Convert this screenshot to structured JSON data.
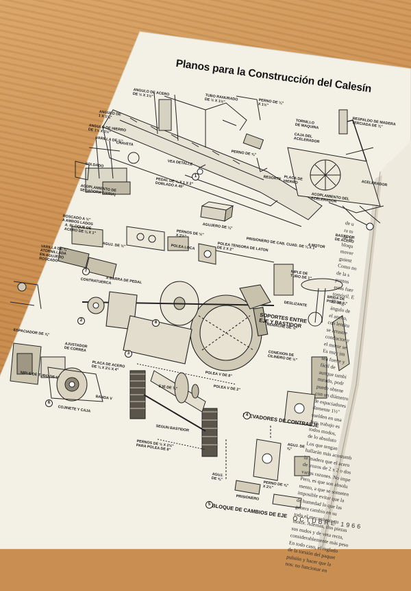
{
  "page": {
    "title": "Planos para la Construcción del Calesín",
    "footer_month": "OCTUBRE 1966"
  },
  "labels": {
    "angulo_acero": "ANGULO DE ACERO\nDE ½ x 1½\"",
    "perno_14": "PERNO DE ¼\"\nx 1½\"",
    "tubo_ranurado": "TUBO RANURADO\nDE ½ x 1½\"",
    "angulo_1_1_8": "ANGULO DE\n1 x 1⅛\"",
    "angulo_hierro": "ANGULO DE HIERRO\nDE 1½ x 1½\"",
    "varilla_3_8": "VARILLA DE ⅜\"",
    "chaveta": "CHAVETA",
    "soldado": "SOLDADO",
    "acoplamiento_segadora": "ACOPLAMIENTO DE\nSEGADORA (VARIA)",
    "vea_detalle": "VEA DETALLE",
    "pedal": "PEDAL DE ¼ x 1 x 2\"\nDOBLADO A 45°",
    "perno_5_8": "PERNO DE ⅝\"",
    "resorte": "RESORTE",
    "placa_hierro": "PLACA DE\nHIERRO",
    "acoplamiento_acelerador": "ACOPLAMIENTO DEL\nACELERADOR",
    "agujero_14": "AGUJERO DE ¼\"",
    "caja_acelerador": "CAJA DEL\nACELERADOR",
    "tornillo_maquina": "TORNILLO\nDE MAQUINA",
    "respaldo_madera": "RESPALDO DE MADERA\nTERCIADA DE ¾\"",
    "acelerador": "ACELERADOR",
    "roscado_ambos": "ROSCADO A ½\"\nA AMBOS LADOS",
    "bloque_acero": "A. BLOQUE DE\nACERO DE ¼ x 1\"",
    "varilla_roscado": "VARILLA DE ¾\"\nATORNILLADA\nEN AGUJERO\nROSCADO",
    "agujero_1_2": "AGUJ. DE ½\"",
    "pernos_1_2": "PERNOS DE ½\"\nx 2½\"",
    "polea_loca": "POLEA LOCA",
    "polea_tensora": "POLEA TENSORA DE LATON\nDE 2 x 2\"",
    "prisionero": "PRISIONERO DE CAB. CUAD. DE ¼ x 1\"",
    "a_motor": "A MOTOR",
    "bastidor_acero": "BASTIDOR\nDE ACERO",
    "contratuerca": "CONTRATUERCA",
    "barra_pedal": "A BARRA DE PEDAL",
    "niple_tubo": "NIPLE DE\nTUBO DE 1\"",
    "brida_piso": "BRIDA DE\nPISO DE ¾\"",
    "deslizante": "DESLIZANTE",
    "espaciador": "ESPACIADOR DE ⅝\"",
    "ajustador": "AJUSTADOR\nDE CORREA",
    "placa_acero": "PLACA DE ACERO\nDE ¼ x 2½ x 4\"",
    "banda_v": "BANDA V",
    "cojinete_caja": "COJINETE Y CAJA",
    "niple_tubo_1": "NIPLE DE TUBO DE 1\"",
    "eje_trasero": "EJE DE ¾\"",
    "polea_v_8": "POLEA V DE 8\"",
    "polea_v_2": "POLEA V DE 2\"",
    "segun_bastidor": "SEGUN BASTIDOR",
    "pernos_5_16": "PERNOS DE ½ x 2½\"\nPARA POLEA DE 8\"",
    "remache": "REMACHE DE ½\"",
    "conexion_cilindrica": "CONEXION DE\nCILINDRO DE ½\"",
    "agujero_prisionero": "AGUJ.\nDE ⅝\"",
    "prisionero_lbl": "PRISIONERO",
    "aguj_5_8": "AGUJ. DE\n⅝\"",
    "perno_5_16": "PERNO DE ⅝\"\nx 2½\""
  },
  "sections": {
    "soportes": "SOPORTES ENTRE\nEJE Y BASTIDOR",
    "elevadores": "ELEVADORES DE CONTRAEJE",
    "bloque_cambios": "BLOQUE DE CAMBIOS DE EJE"
  },
  "callouts": [
    "1",
    "2",
    "3",
    "4",
    "5",
    "6",
    "7",
    "8"
  ],
  "body_text": [
    "de u",
    "ra to",
    "de la",
    "bloqu",
    "mover",
    "guient",
    "Como no",
    "de la s",
    "puntos",
    "estas fuer",
    "tomóvil. E",
    "El seg",
    "ángulo de",
    "el ancho,",
    "con lentitu",
    "se arrastre",
    "conductor y",
    "el motor se",
    "Es muy im",
    "sea fuerte y",
    "fácil de",
    "aunque tambi",
    "nurado, podr",
    "puede obtene",
    "con un diámetro",
    "de espaciadores",
    "damente 1½\"",
    "suelden en una",
    "forr. trabajo es",
    "todos modos, ",
    "de lo absoluto",
    "Los que tengan",
    "hallarán más acostumb",
    "la madera que el acero",
    "de trozos de 2 x 2 o dos",
    "varias razones. No impe",
    "Pero, es que son absolu",
    "mento, a que se someten",
    "imposible evitar que la ",
    "de humedad lo que las",
    "genera cambio en su",
    "todo el mecanismo qu",
    "motor. Además, dos piezas",
    "sus nudos y de veta recta,",
    "considerablemente más peso",
    "En todo caso, el reglado",
    "de la torsión del paquet",
    "pulsión y hacer que la",
    "nos: no funcionar en"
  ]
}
